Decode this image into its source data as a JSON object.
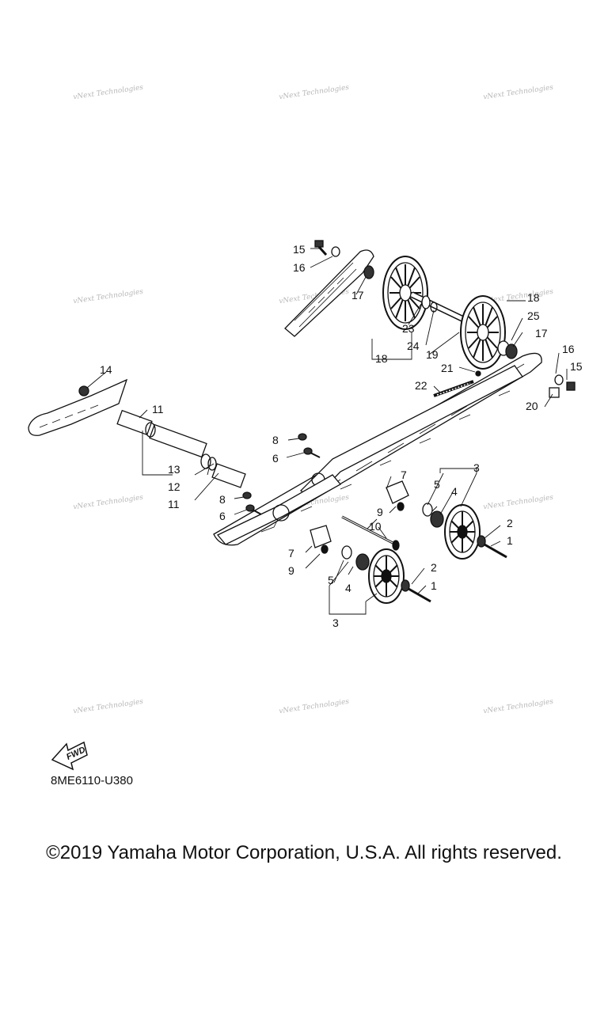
{
  "watermark": {
    "text": "vNext Technologies"
  },
  "fwd_label": "FWD",
  "diagram_code": "8ME6110-U380",
  "copyright": "©2019 Yamaha Motor Corporation, U.S.A. All rights reserved.",
  "callouts": [
    "1",
    "2",
    "3",
    "4",
    "5",
    "6",
    "7",
    "8",
    "9",
    "10",
    "11",
    "12",
    "13",
    "14",
    "15",
    "16",
    "17",
    "18",
    "19",
    "20",
    "21",
    "22",
    "23",
    "24",
    "25"
  ]
}
